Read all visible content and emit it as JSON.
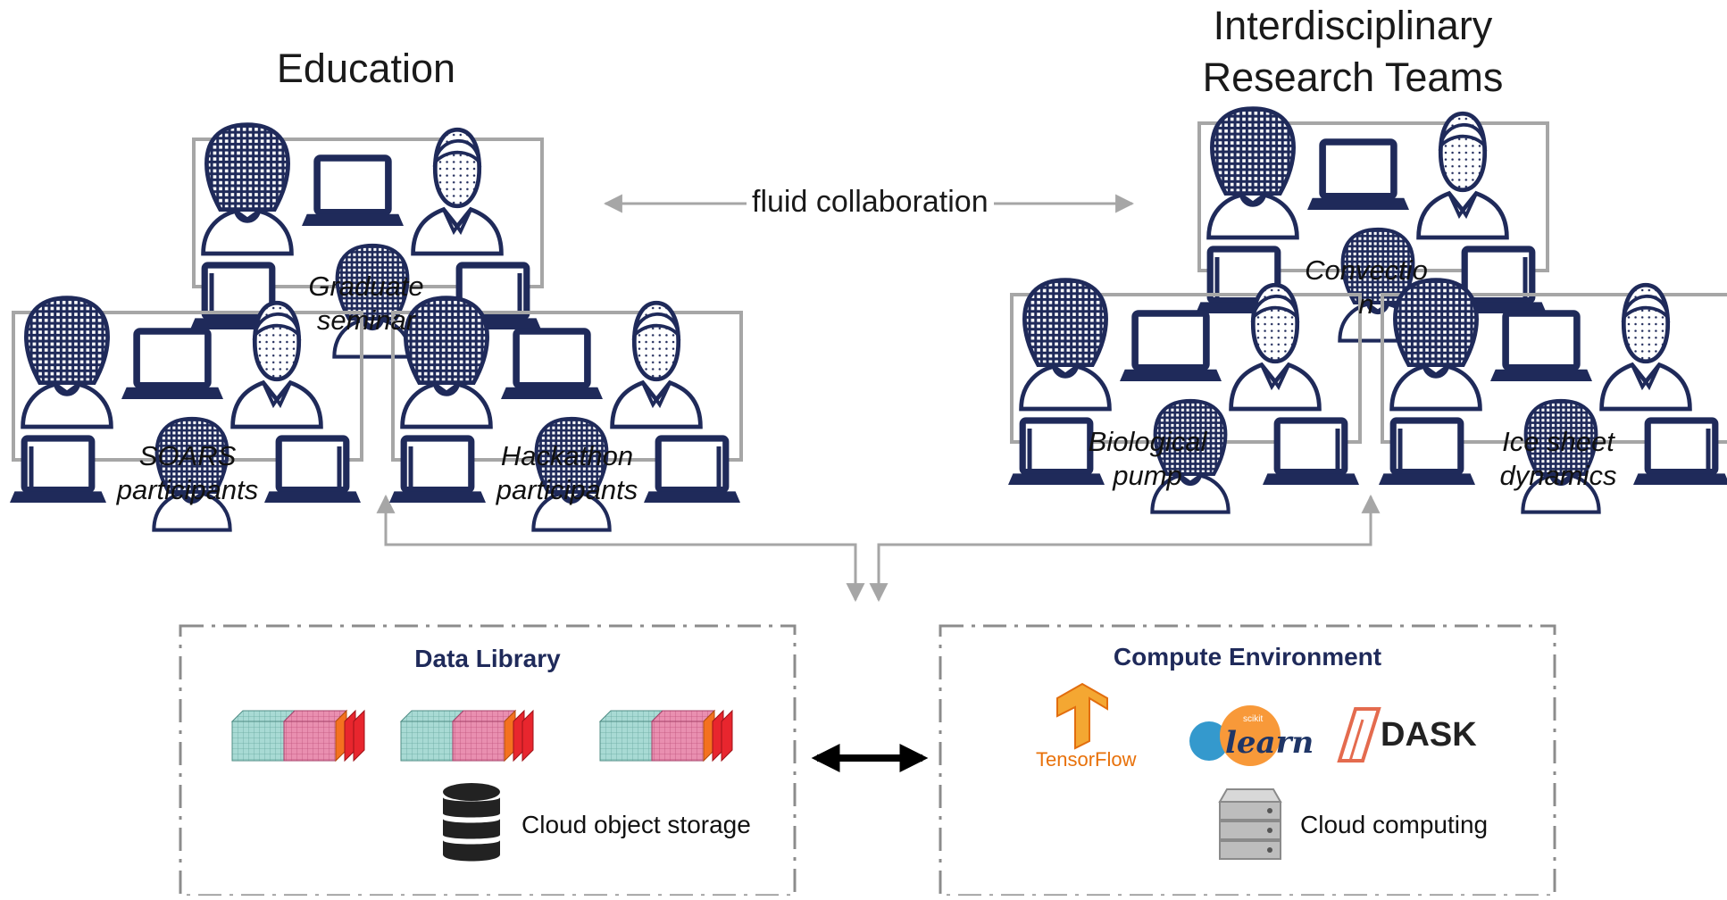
{
  "titles": {
    "education": "Education",
    "research_line1": "Interdisciplinary",
    "research_line2": "Research Teams"
  },
  "collaboration_label": "fluid collaboration",
  "education_groups": [
    {
      "label": "Graduate seminar"
    },
    {
      "label": "SOARS participants"
    },
    {
      "label": "Hackathon participants"
    }
  ],
  "research_groups": [
    {
      "label": "Convection"
    },
    {
      "label": "Biological pump"
    },
    {
      "label": "Ice sheet dynamics"
    }
  ],
  "data_library": {
    "title": "Data Library",
    "storage_label": "Cloud object storage"
  },
  "compute_environment": {
    "title": "Compute Environment",
    "computing_label": "Cloud computing",
    "logos": {
      "tensorflow": "TensorFlow",
      "sklearn": "learn",
      "sklearn_small": "scikit",
      "dask": "DASK"
    }
  },
  "colors": {
    "navy": "#1f2a5a",
    "gray": "#a6a6a6",
    "dash": "#8c8c8c",
    "teal": "#a8dad4",
    "pink": "#e98fb0",
    "orange": "#f4711f",
    "red": "#e8262e"
  },
  "icons": [
    "woman-person-icon",
    "laptop-icon",
    "man-person-icon",
    "database-icon",
    "server-icon",
    "data-cube-icon",
    "tensorflow-logo",
    "sklearn-logo",
    "dask-logo"
  ]
}
